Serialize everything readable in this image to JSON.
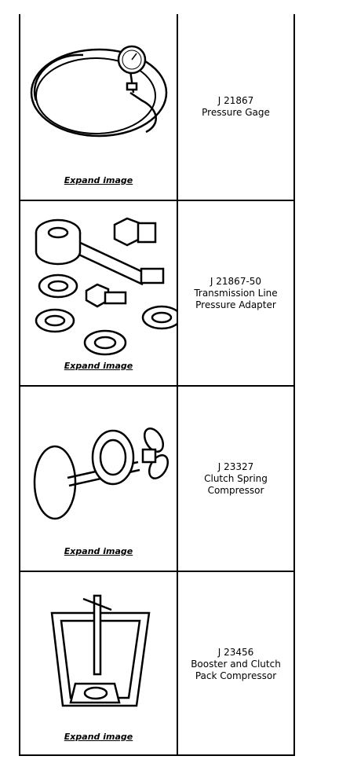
{
  "tools": [
    {
      "number": "J 21867",
      "name_lines": [
        "Pressure Gage"
      ],
      "link_label": "Expand image",
      "icon": "pressure-gage-icon"
    },
    {
      "number": "J 21867-50",
      "name_lines": [
        "Transmission Line",
        "Pressure Adapter"
      ],
      "link_label": "Expand image",
      "icon": "pressure-adapter-icon"
    },
    {
      "number": "J 23327",
      "name_lines": [
        "Clutch Spring",
        "Compressor"
      ],
      "link_label": "Expand image",
      "icon": "clutch-spring-compressor-icon"
    },
    {
      "number": "J 23456",
      "name_lines": [
        "Booster and Clutch",
        "Pack Compressor"
      ],
      "link_label": "Expand image",
      "icon": "clutch-pack-compressor-icon"
    }
  ]
}
